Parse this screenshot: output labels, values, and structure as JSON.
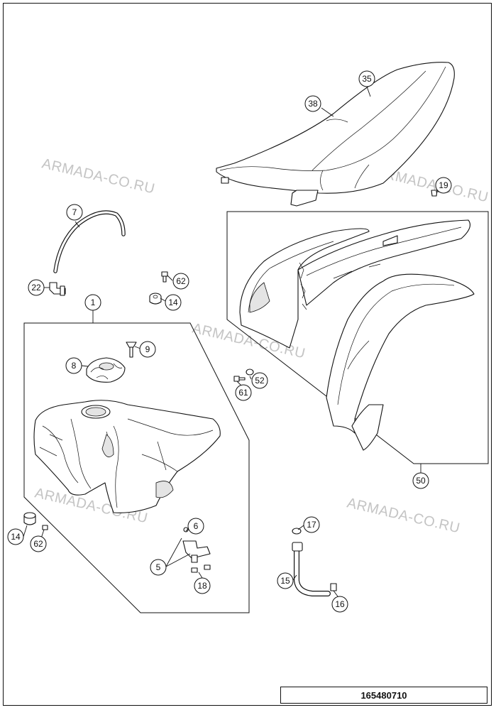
{
  "watermark": "ARMADA-CO.RU",
  "drawing_code": "165480710",
  "callouts": [
    "35",
    "38",
    "19",
    "7",
    "22",
    "62",
    "14",
    "1",
    "9",
    "8",
    "50",
    "52",
    "61",
    "6",
    "5",
    "18",
    "14",
    "62",
    "17",
    "15",
    "16"
  ],
  "parts": {
    "seat": "seat",
    "fuel_tank": "fuel-tank",
    "tank_cap": "tank-cap",
    "spoilers": "radiator-spoilers"
  }
}
